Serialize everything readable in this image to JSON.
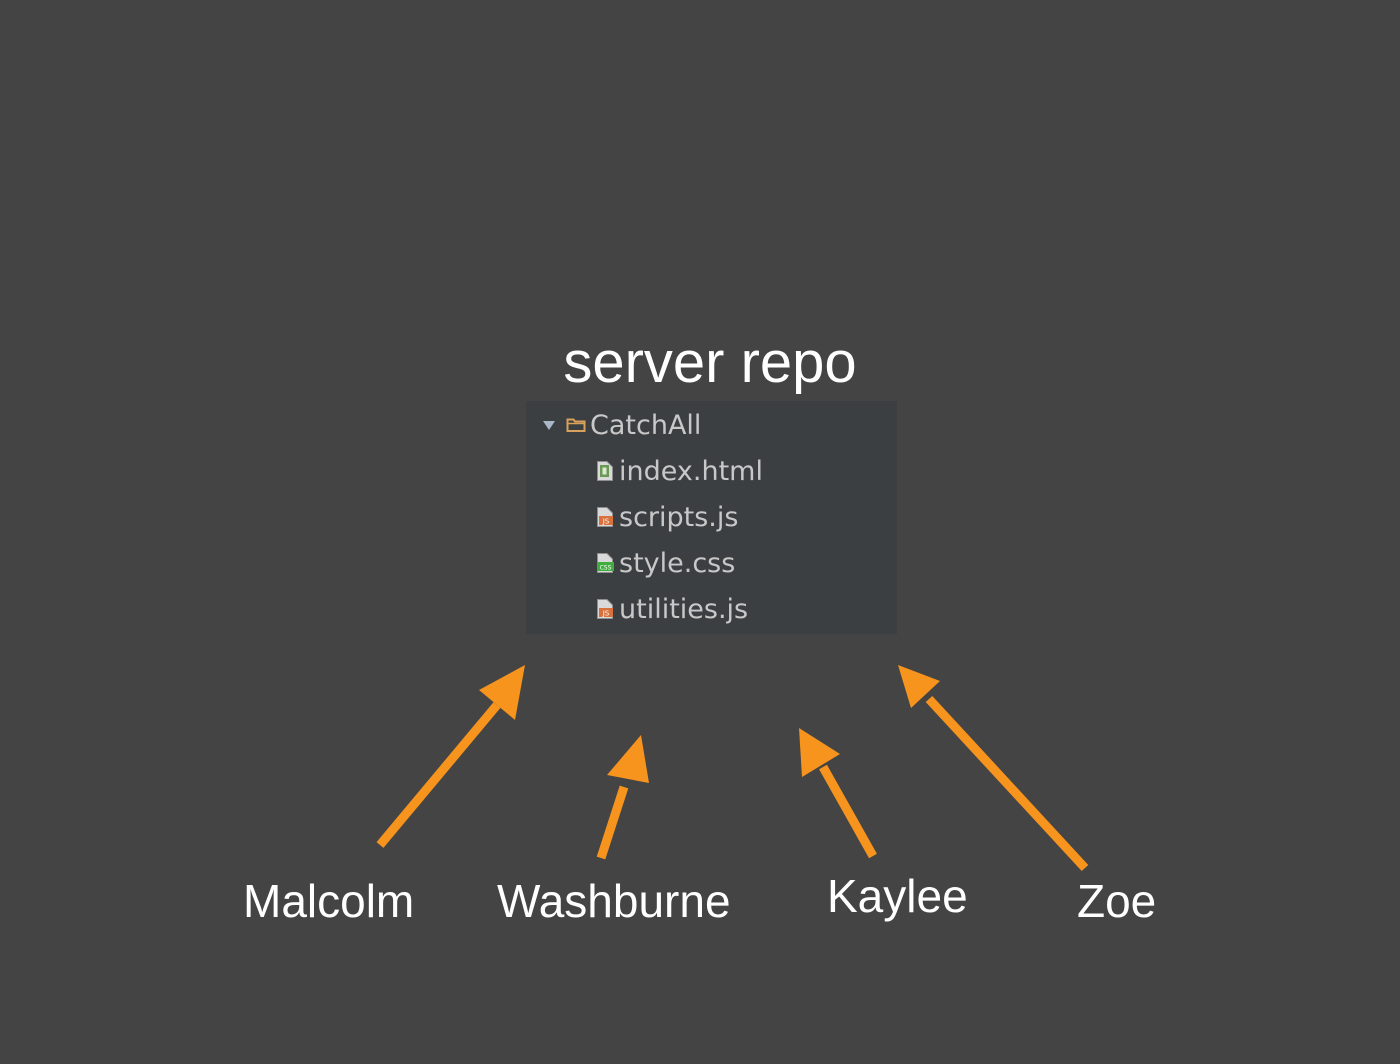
{
  "title": "server repo",
  "project_tree": {
    "folder": {
      "name": "CatchAll",
      "expanded": true,
      "icon": "folder-icon",
      "icon_color": "#d9a15b"
    },
    "files": [
      {
        "name": "index.html",
        "icon": "html-file-icon",
        "badge_color": "#6a9955"
      },
      {
        "name": "scripts.js",
        "icon": "js-file-icon",
        "badge_color": "#d8713c"
      },
      {
        "name": "style.css",
        "icon": "css-file-icon",
        "badge_color": "#3fae3f"
      },
      {
        "name": "utilities.js",
        "icon": "js-file-icon",
        "badge_color": "#d8713c"
      }
    ]
  },
  "people": [
    {
      "name": "Malcolm"
    },
    {
      "name": "Washburne"
    },
    {
      "name": "Kaylee"
    },
    {
      "name": "Zoe"
    }
  ],
  "colors": {
    "background": "#444444",
    "panel": "#3c3f41",
    "arrow": "#f7941d",
    "text": "#ffffff"
  }
}
